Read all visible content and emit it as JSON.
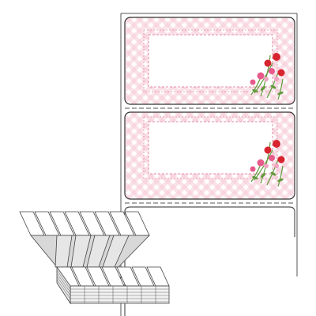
{
  "product": {
    "label_count_visible": 2,
    "label_style": "pink-gingham-border-with-carnation-bouquet",
    "layout": "continuous-fanfold-label-sheet"
  },
  "colors": {
    "background": "#ffffff",
    "gingham": "#f6c9d6",
    "gingham_dark": "#eeaabd",
    "dashed_frame": "#e08ea5",
    "sheet_outline": "#555555",
    "flower_red": "#d8242f",
    "flower_pink": "#e85a8c",
    "leaf_green": "#5f9a3a",
    "stack_line": "#444444",
    "stack_fill": "#f2f2f2",
    "stack_shade": "#d8d8d8"
  },
  "icons": {
    "stack": "fanfold-label-stack-icon",
    "flower": "carnation-bouquet-icon"
  }
}
